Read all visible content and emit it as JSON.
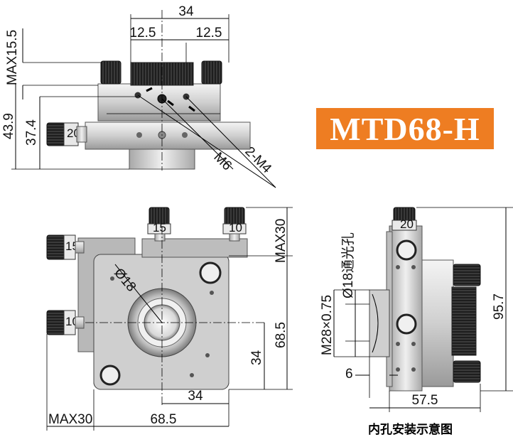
{
  "title": "MTD68-H",
  "caption": "内孔安装示意图",
  "top_view": {
    "dims": {
      "width_total": "34",
      "left_offset": "12.5",
      "right_offset": "12.5",
      "max_height": "MAX15.5",
      "height_total": "43.9",
      "height_axis": "37.4",
      "thread_center": "M6",
      "thread_side": "2-M4"
    },
    "knob_label": "20"
  },
  "front_view": {
    "dims": {
      "aperture": "Ø18",
      "max_top": "MAX30",
      "height_total": "68.5",
      "height_center": "34",
      "width_center": "34",
      "width_total": "68.5",
      "max_left": "MAX30"
    },
    "knob_labels": [
      "15",
      "10",
      "15",
      "10"
    ]
  },
  "side_view": {
    "dims": {
      "through_hole": "Ø18通光孔",
      "thread": "M28×0.75",
      "depth": "6",
      "width": "57.5",
      "height": "95.7"
    },
    "knob_label": "20"
  },
  "colors": {
    "badge": "#ee7d22",
    "metal_light": "#e6e6e6",
    "metal_mid": "#bdbdbd",
    "metal_dark": "#555555",
    "knob": "#1a1a1a"
  }
}
